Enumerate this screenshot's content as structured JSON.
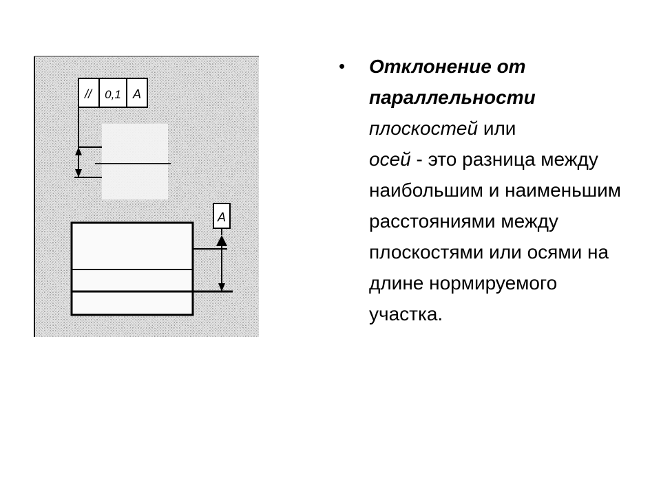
{
  "figure": {
    "frame_cells": [
      "//",
      "0,1",
      "A"
    ],
    "datum_label": "A"
  },
  "text": {
    "bullet": "•",
    "term": "Отклонение от параллельности",
    "part1": "плоскостей",
    "part2": "или",
    "part3": "осей",
    "part4": "- это разница между наибольшим и наименьшим расстояниями между плоскостями или осями на длине нормируемого участка."
  }
}
